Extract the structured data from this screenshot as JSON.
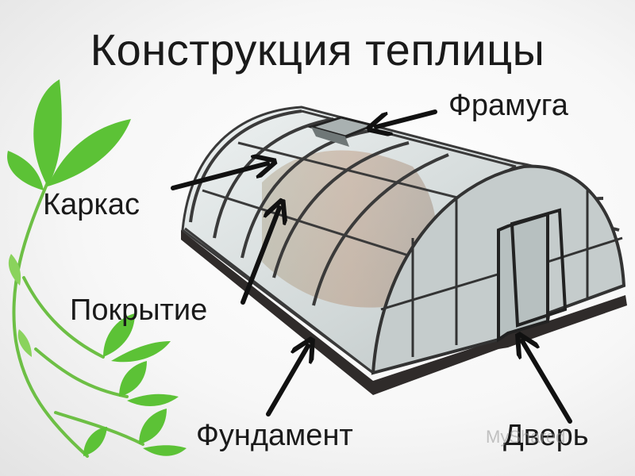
{
  "title": "Конструкция теплицы",
  "labels": {
    "framuga": "Фрамуга",
    "karkas": "Каркас",
    "pokrytie": "Покрытие",
    "fundament": "Фундамент",
    "dver": "Дверь"
  },
  "watermark": "MyShared",
  "colors": {
    "leaf": "#5cc236",
    "frame": "#3a3a3a",
    "foundation": "#2f2b2a",
    "glass": "#d9dfdf",
    "arrow": "#111111"
  }
}
